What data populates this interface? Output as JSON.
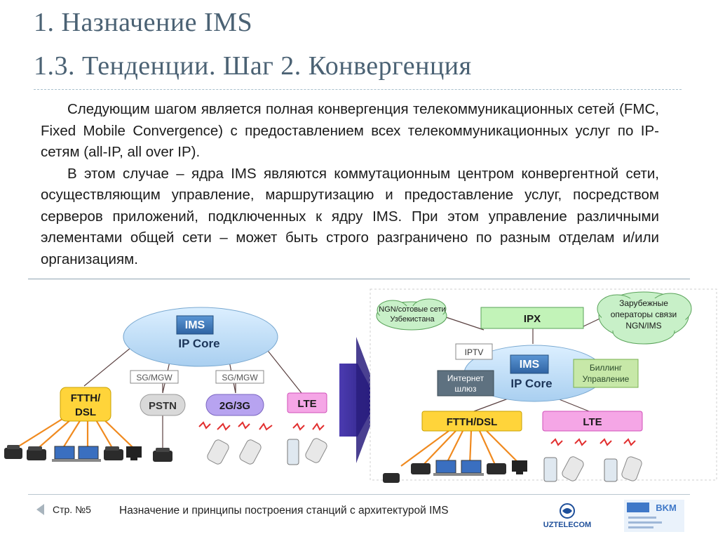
{
  "slide": {
    "title_line1": "1. Назначение IMS",
    "title_line2": "1.3. Тенденции. Шаг 2. Конвергенция",
    "paragraphs": [
      "Следующим шагом является полная конвергенция телекоммуникационных сетей (FMC, Fixed Mobile Convergence) с предоставлением всех телекоммуникационных услуг по IP-сетям (all-IP, all over IP).",
      "В этом случае – ядра IMS являются коммутационным центром конвергентной сети, осуществляющим управление, маршрутизацию и предоставление услуг, посредством серверов приложений, подключенных к ядру IMS. При этом управление различными элементами общей сети – может быть строго разграничено по разным отделам и/или организациям."
    ]
  },
  "diagram_left": {
    "core_box": "IMS",
    "core_label": "IP Core",
    "gateway1": "SG/MGW",
    "gateway2": "SG/MGW",
    "ftth": "FTTH/",
    "ftth2": "DSL",
    "pstn": "PSTN",
    "mobile": "2G/3G",
    "lte": "LTE"
  },
  "diagram_right": {
    "cloud_left_1": "NGN/сотовые сети",
    "cloud_left_2": "Узбекистана",
    "ipx": "IPX",
    "cloud_right_1": "Зарубежные",
    "cloud_right_2": "операторы связи",
    "cloud_right_3": "NGN/IMS",
    "iptv": "IPTV",
    "internet_1": "Интернет",
    "internet_2": "шлюз",
    "core_box": "IMS",
    "core_label": "IP Core",
    "billing_1": "Биллинг",
    "billing_2": "Управление",
    "ftth": "FTTH/DSL",
    "lte": "LTE"
  },
  "footer": {
    "page": "Стр. №5",
    "title": "Назначение и принципы построения станций с архитектурой IMS",
    "logo1": "UZTELECOM",
    "logo2": "BKM"
  },
  "colors": {
    "title": "#4b6274",
    "ellipse": "#b8d9f0",
    "core_box": "#4178b8",
    "ftth": "#ffd43a",
    "lte": "#f5a6e6",
    "mobile": "#b7a3f0",
    "pstn": "#d9d9d9",
    "cloud": "#c8f0c8",
    "ipx": "#c2f3b8",
    "billing": "#c7e8a8",
    "arrow": "#3a2a9a",
    "access_lines": "#f08a1f"
  }
}
